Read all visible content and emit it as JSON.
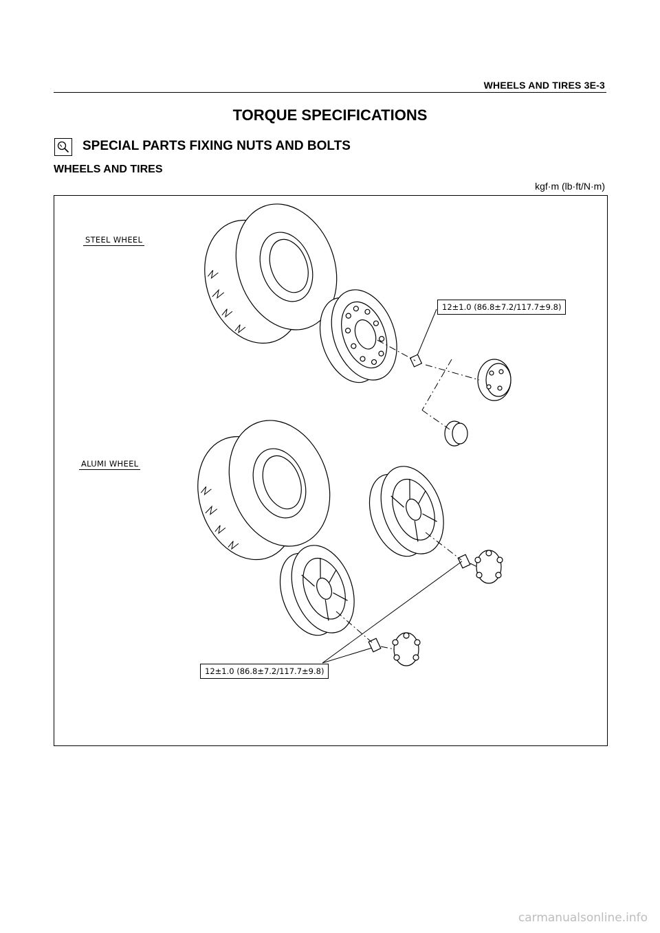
{
  "header": {
    "running_title": "WHEELS AND TIRES  3E-3"
  },
  "title": "TORQUE SPECIFICATIONS",
  "section": {
    "icon": "magnifier-icon",
    "title": "SPECIAL PARTS FIXING NUTS AND BOLTS"
  },
  "subsection": {
    "title": "WHEELS AND TIRES"
  },
  "unit_note": "kgf·m (lb·ft/N·m)",
  "figure": {
    "steel_label": "STEEL WHEEL",
    "alumi_label": "ALUMI WHEEL",
    "steel_torque": "12±1.0 (86.8±7.2/117.7±9.8)",
    "alumi_torque": "12±1.0 (86.8±7.2/117.7±9.8)"
  },
  "watermark": "carmanualsonline.info"
}
